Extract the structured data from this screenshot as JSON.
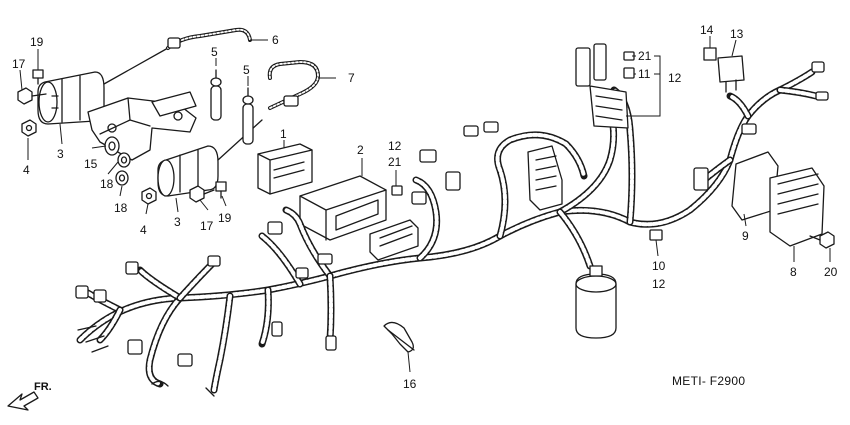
{
  "diagram": {
    "code": "METI- F2900",
    "direction_label": "FR.",
    "callouts": {
      "c19a": "19",
      "c17a": "17",
      "c4a": "4",
      "c3a": "3",
      "c15": "15",
      "c18a": "18",
      "c18b": "18",
      "c4b": "4",
      "c3b": "3",
      "c17b": "17",
      "c19b": "19",
      "c5a": "5",
      "c5b": "5",
      "c6": "6",
      "c7": "7",
      "c1": "1",
      "c2": "2",
      "c12a": "12",
      "c21a": "21",
      "c14": "14",
      "c13": "13",
      "c21b": "21",
      "c11": "11",
      "c12b": "12",
      "c9": "9",
      "c8": "8",
      "c20": "20",
      "c10": "10",
      "c12c": "12",
      "c16": "16"
    }
  }
}
